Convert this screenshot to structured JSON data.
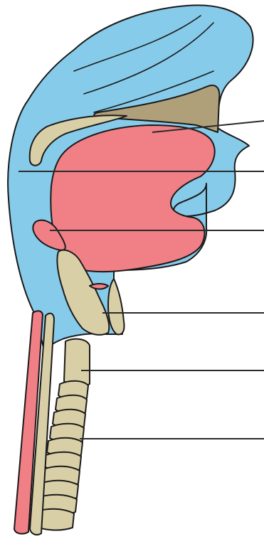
{
  "colors": {
    "background": "#ffffff",
    "airway": "#86cbea",
    "tongue": "#f17f86",
    "bone": "#d9cfa7",
    "palate": "#b0a07a",
    "outline": "#1a1a1a",
    "leader": "#2a2a2a"
  },
  "labels": [
    {
      "id": "leader-1",
      "text": ""
    },
    {
      "id": "leader-2",
      "text": ""
    },
    {
      "id": "leader-3",
      "text": ""
    },
    {
      "id": "leader-4",
      "text": ""
    },
    {
      "id": "leader-5",
      "text": ""
    },
    {
      "id": "leader-6",
      "text": ""
    }
  ]
}
